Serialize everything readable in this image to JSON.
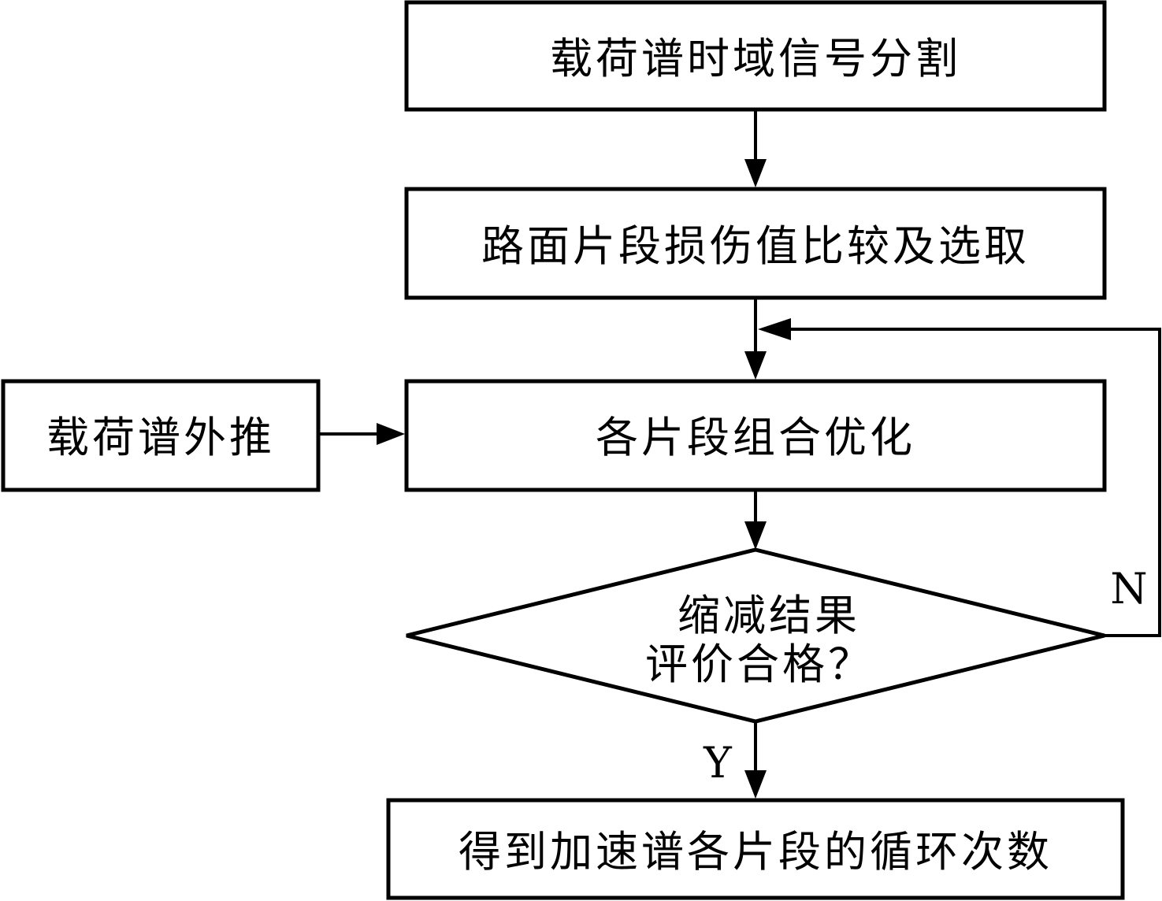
{
  "flowchart": {
    "nodes": {
      "split": {
        "label": "载荷谱时域信号分割"
      },
      "compare": {
        "label": "路面片段损伤值比较及选取"
      },
      "extrapolate": {
        "label": "载荷谱外推"
      },
      "optimize": {
        "label": "各片段组合优化"
      },
      "decision": {
        "line1": "缩减结果",
        "line2": "评价合格？"
      },
      "result": {
        "label": "得到加速谱各片段的循环次数"
      }
    },
    "branches": {
      "no": "N",
      "yes": "Y"
    },
    "edges": [
      {
        "from": "split",
        "to": "compare"
      },
      {
        "from": "compare",
        "to": "optimize"
      },
      {
        "from": "extrapolate",
        "to": "optimize"
      },
      {
        "from": "optimize",
        "to": "decision"
      },
      {
        "from": "decision",
        "to": "optimize",
        "label": "N"
      },
      {
        "from": "decision",
        "to": "result",
        "label": "Y"
      }
    ]
  }
}
